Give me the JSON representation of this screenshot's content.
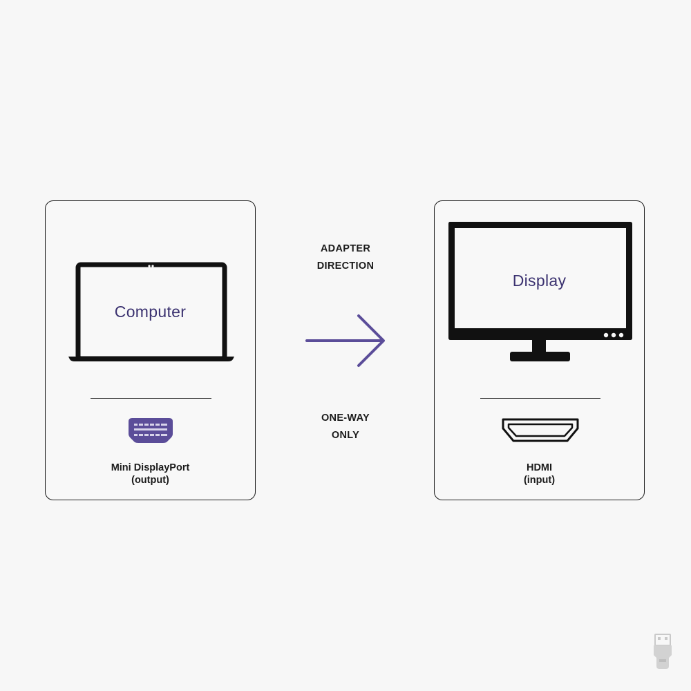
{
  "source": {
    "device_label": "Computer",
    "device_icon": "laptop-icon",
    "port_icon": "mini-displayport-icon",
    "port_name": "Mini DisplayPort",
    "port_role": "(output)"
  },
  "target": {
    "device_label": "Display",
    "device_icon": "monitor-icon",
    "port_icon": "hdmi-port-icon",
    "port_name": "HDMI",
    "port_role": "(input)"
  },
  "direction": {
    "top_lines": [
      "ADAPTER",
      "DIRECTION"
    ],
    "bottom_lines": [
      "ONE-WAY",
      "ONLY"
    ],
    "arrow_icon": "right-arrow-icon"
  },
  "colors": {
    "background": "#f7f7f7",
    "accent": "#5b4d99",
    "label_text": "#3b3270",
    "outline": "#1c1c1c"
  },
  "watermark_icon": "usb-plug-icon"
}
